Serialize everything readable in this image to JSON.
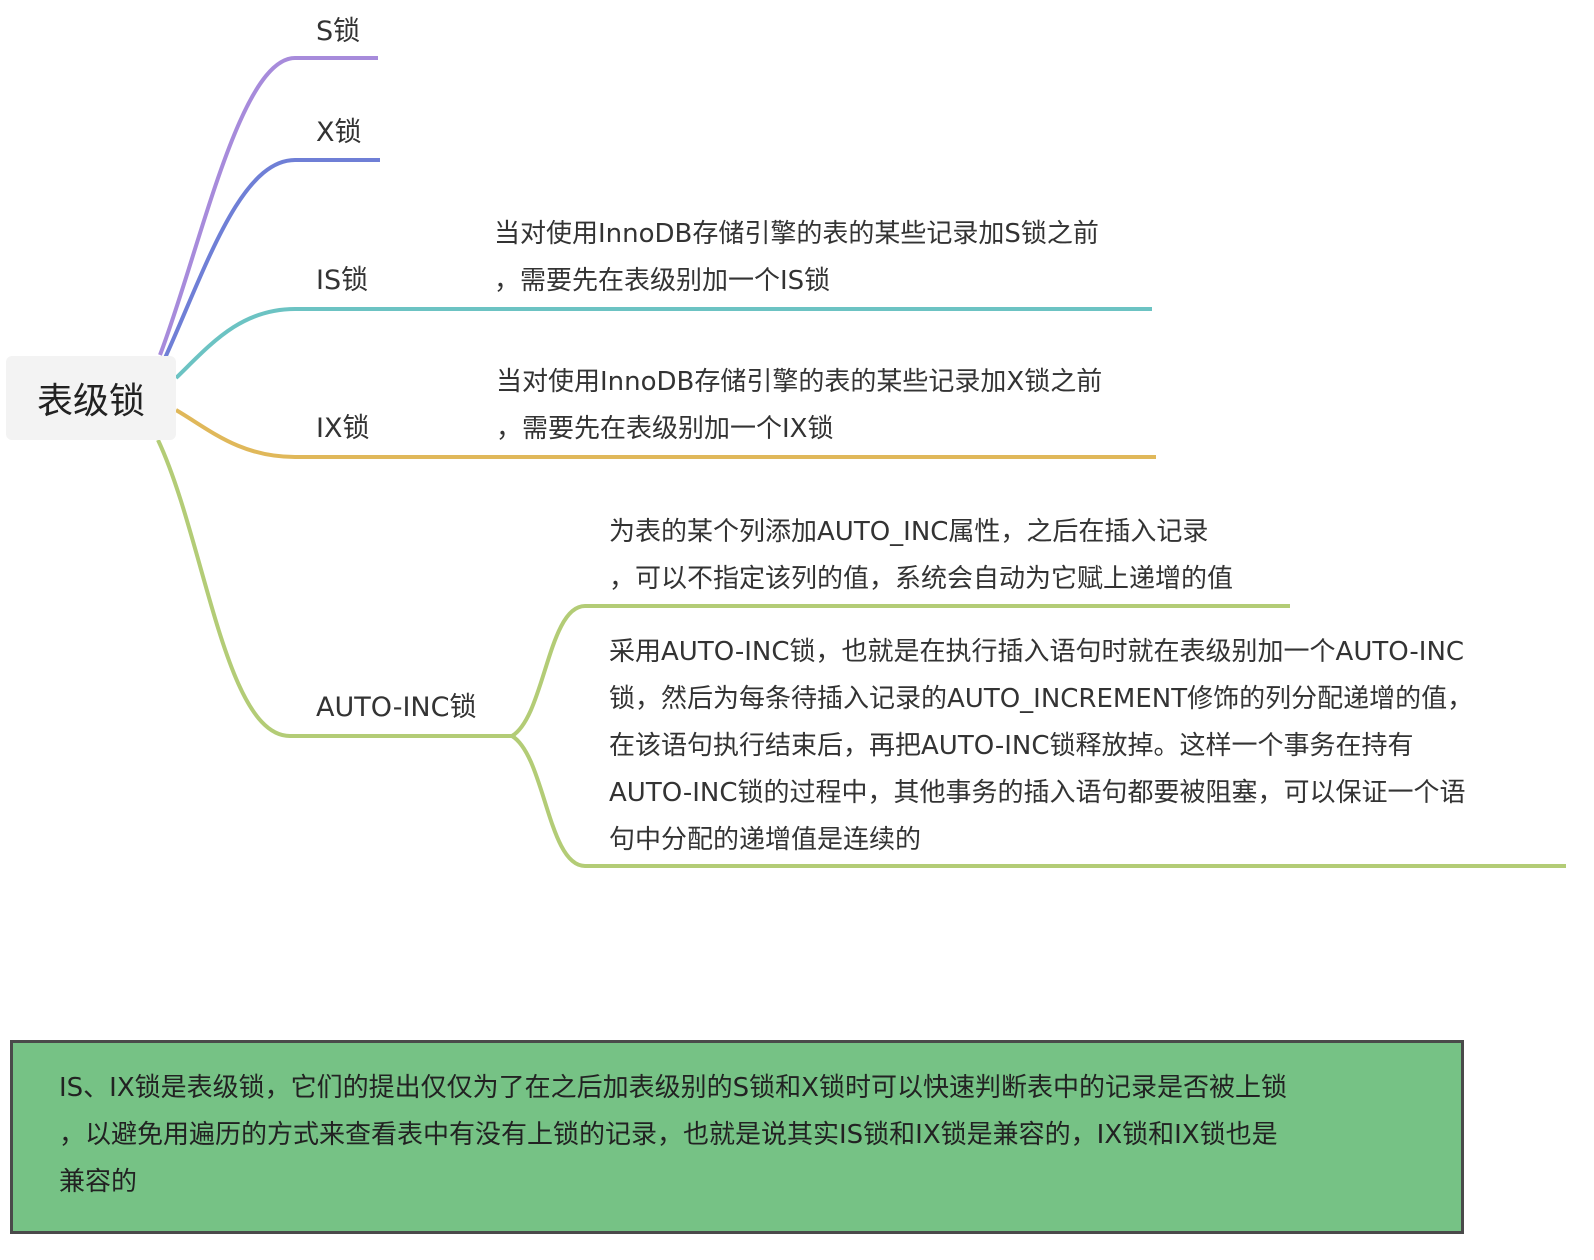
{
  "root": {
    "label": "表级锁"
  },
  "branches": [
    {
      "label": "S锁",
      "color": "#a78bdb"
    },
    {
      "label": "X锁",
      "color": "#6f7fd6"
    },
    {
      "label": "IS锁",
      "color": "#6cc3c3",
      "note": [
        "当对使用InnoDB存储引擎的表的某些记录加S锁之前",
        "，需要先在表级别加一个IS锁"
      ]
    },
    {
      "label": "IX锁",
      "color": "#e0b85a",
      "note": [
        "当对使用InnoDB存储引擎的表的某些记录加X锁之前",
        "，需要先在表级别加一个IX锁"
      ]
    },
    {
      "label": "AUTO-INC锁",
      "color": "#b3cc76",
      "children": [
        {
          "note": [
            "为表的某个列添加AUTO_INC属性，之后在插入记录",
            "，可以不指定该列的值，系统会自动为它赋上递增的值"
          ]
        },
        {
          "note": [
            "采用AUTO-INC锁，也就是在执行插入语句时就在表级别加一个AUTO-INC",
            "锁，然后为每条待插入记录的AUTO_INCREMENT修饰的列分配递增的值，",
            "在该语句执行结束后，再把AUTO-INC锁释放掉。这样一个事务在持有",
            "AUTO-INC锁的过程中，其他事务的插入语句都要被阻塞，可以保证一个语",
            "句中分配的递增值是连续的"
          ]
        }
      ]
    }
  ],
  "summary": {
    "color": "#76c285",
    "lines": [
      "IS、IX锁是表级锁，它们的提出仅仅为了在之后加表级别的S锁和X锁时可以快速判断表中的记录是否被上锁",
      "，以避免用遍历的方式来查看表中有没有上锁的记录，也就是说其实IS锁和IX锁是兼容的，IX锁和IX锁也是",
      "兼容的"
    ]
  }
}
